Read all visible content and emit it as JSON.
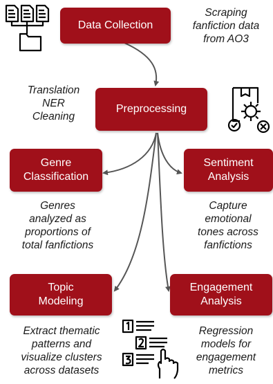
{
  "nodes": {
    "data_collection": "Data Collection",
    "preprocessing": "Preprocessing",
    "genre": "Genre\nClassification",
    "sentiment": "Sentiment\nAnalysis",
    "topic": "Topic\nModeling",
    "engagement": "Engagement\nAnalysis"
  },
  "notes": {
    "data_collection": "Scraping\nfanfiction data\nfrom AO3",
    "preprocessing": "Translation\nNER\nCleaning",
    "genre": "Genres\nanalyzed as\nproportions of\ntotal fanfictions",
    "sentiment": "Capture\nemotional\ntones across\nfanfictions",
    "topic": "Extract thematic\npatterns and\nvisualize clusters\nacross datasets",
    "engagement": "Regression\nmodels for\nengagement\nmetrics"
  },
  "icons": {
    "data_collection": "documents-to-folder-icon",
    "preprocessing": "package-gear-icon",
    "topic": "numbered-list-click-icon"
  },
  "colors": {
    "box": "#a0101a",
    "arrow": "#555555"
  }
}
